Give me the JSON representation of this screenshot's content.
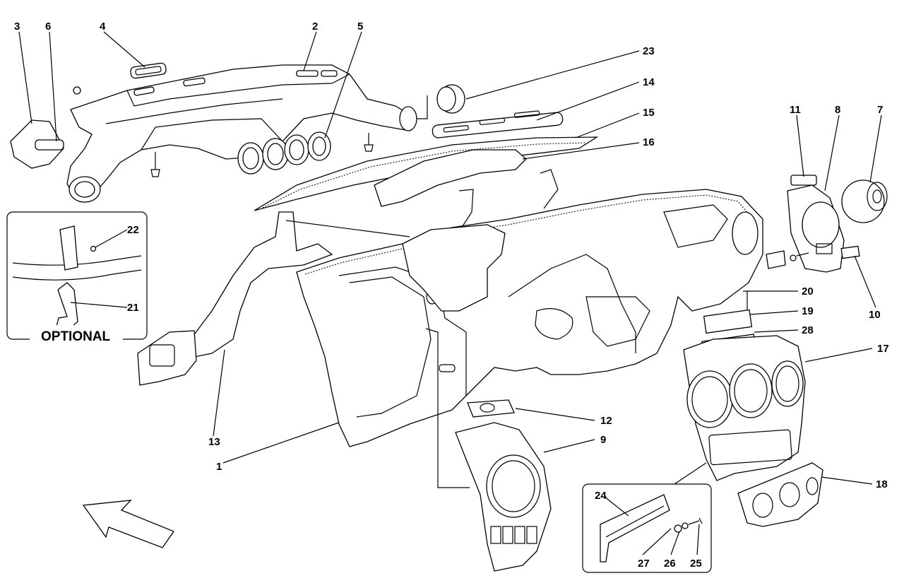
{
  "diagram": {
    "callouts": [
      {
        "id": "c1",
        "label": "1"
      },
      {
        "id": "c2",
        "label": "2"
      },
      {
        "id": "c3",
        "label": "3"
      },
      {
        "id": "c4",
        "label": "4"
      },
      {
        "id": "c5",
        "label": "5"
      },
      {
        "id": "c6",
        "label": "6"
      },
      {
        "id": "c7",
        "label": "7"
      },
      {
        "id": "c8",
        "label": "8"
      },
      {
        "id": "c9",
        "label": "9"
      },
      {
        "id": "c10",
        "label": "10"
      },
      {
        "id": "c11",
        "label": "11"
      },
      {
        "id": "c12",
        "label": "12"
      },
      {
        "id": "c13",
        "label": "13"
      },
      {
        "id": "c14",
        "label": "14"
      },
      {
        "id": "c15",
        "label": "15"
      },
      {
        "id": "c16",
        "label": "16"
      },
      {
        "id": "c17",
        "label": "17"
      },
      {
        "id": "c18",
        "label": "18"
      },
      {
        "id": "c19",
        "label": "19"
      },
      {
        "id": "c20",
        "label": "20"
      },
      {
        "id": "c21",
        "label": "21"
      },
      {
        "id": "c22",
        "label": "22"
      },
      {
        "id": "c23",
        "label": "23"
      },
      {
        "id": "c24",
        "label": "24"
      },
      {
        "id": "c25",
        "label": "25"
      },
      {
        "id": "c26",
        "label": "26"
      },
      {
        "id": "c27",
        "label": "27"
      },
      {
        "id": "c28",
        "label": "28"
      }
    ],
    "optional_box": {
      "label": "OPTIONAL"
    }
  }
}
